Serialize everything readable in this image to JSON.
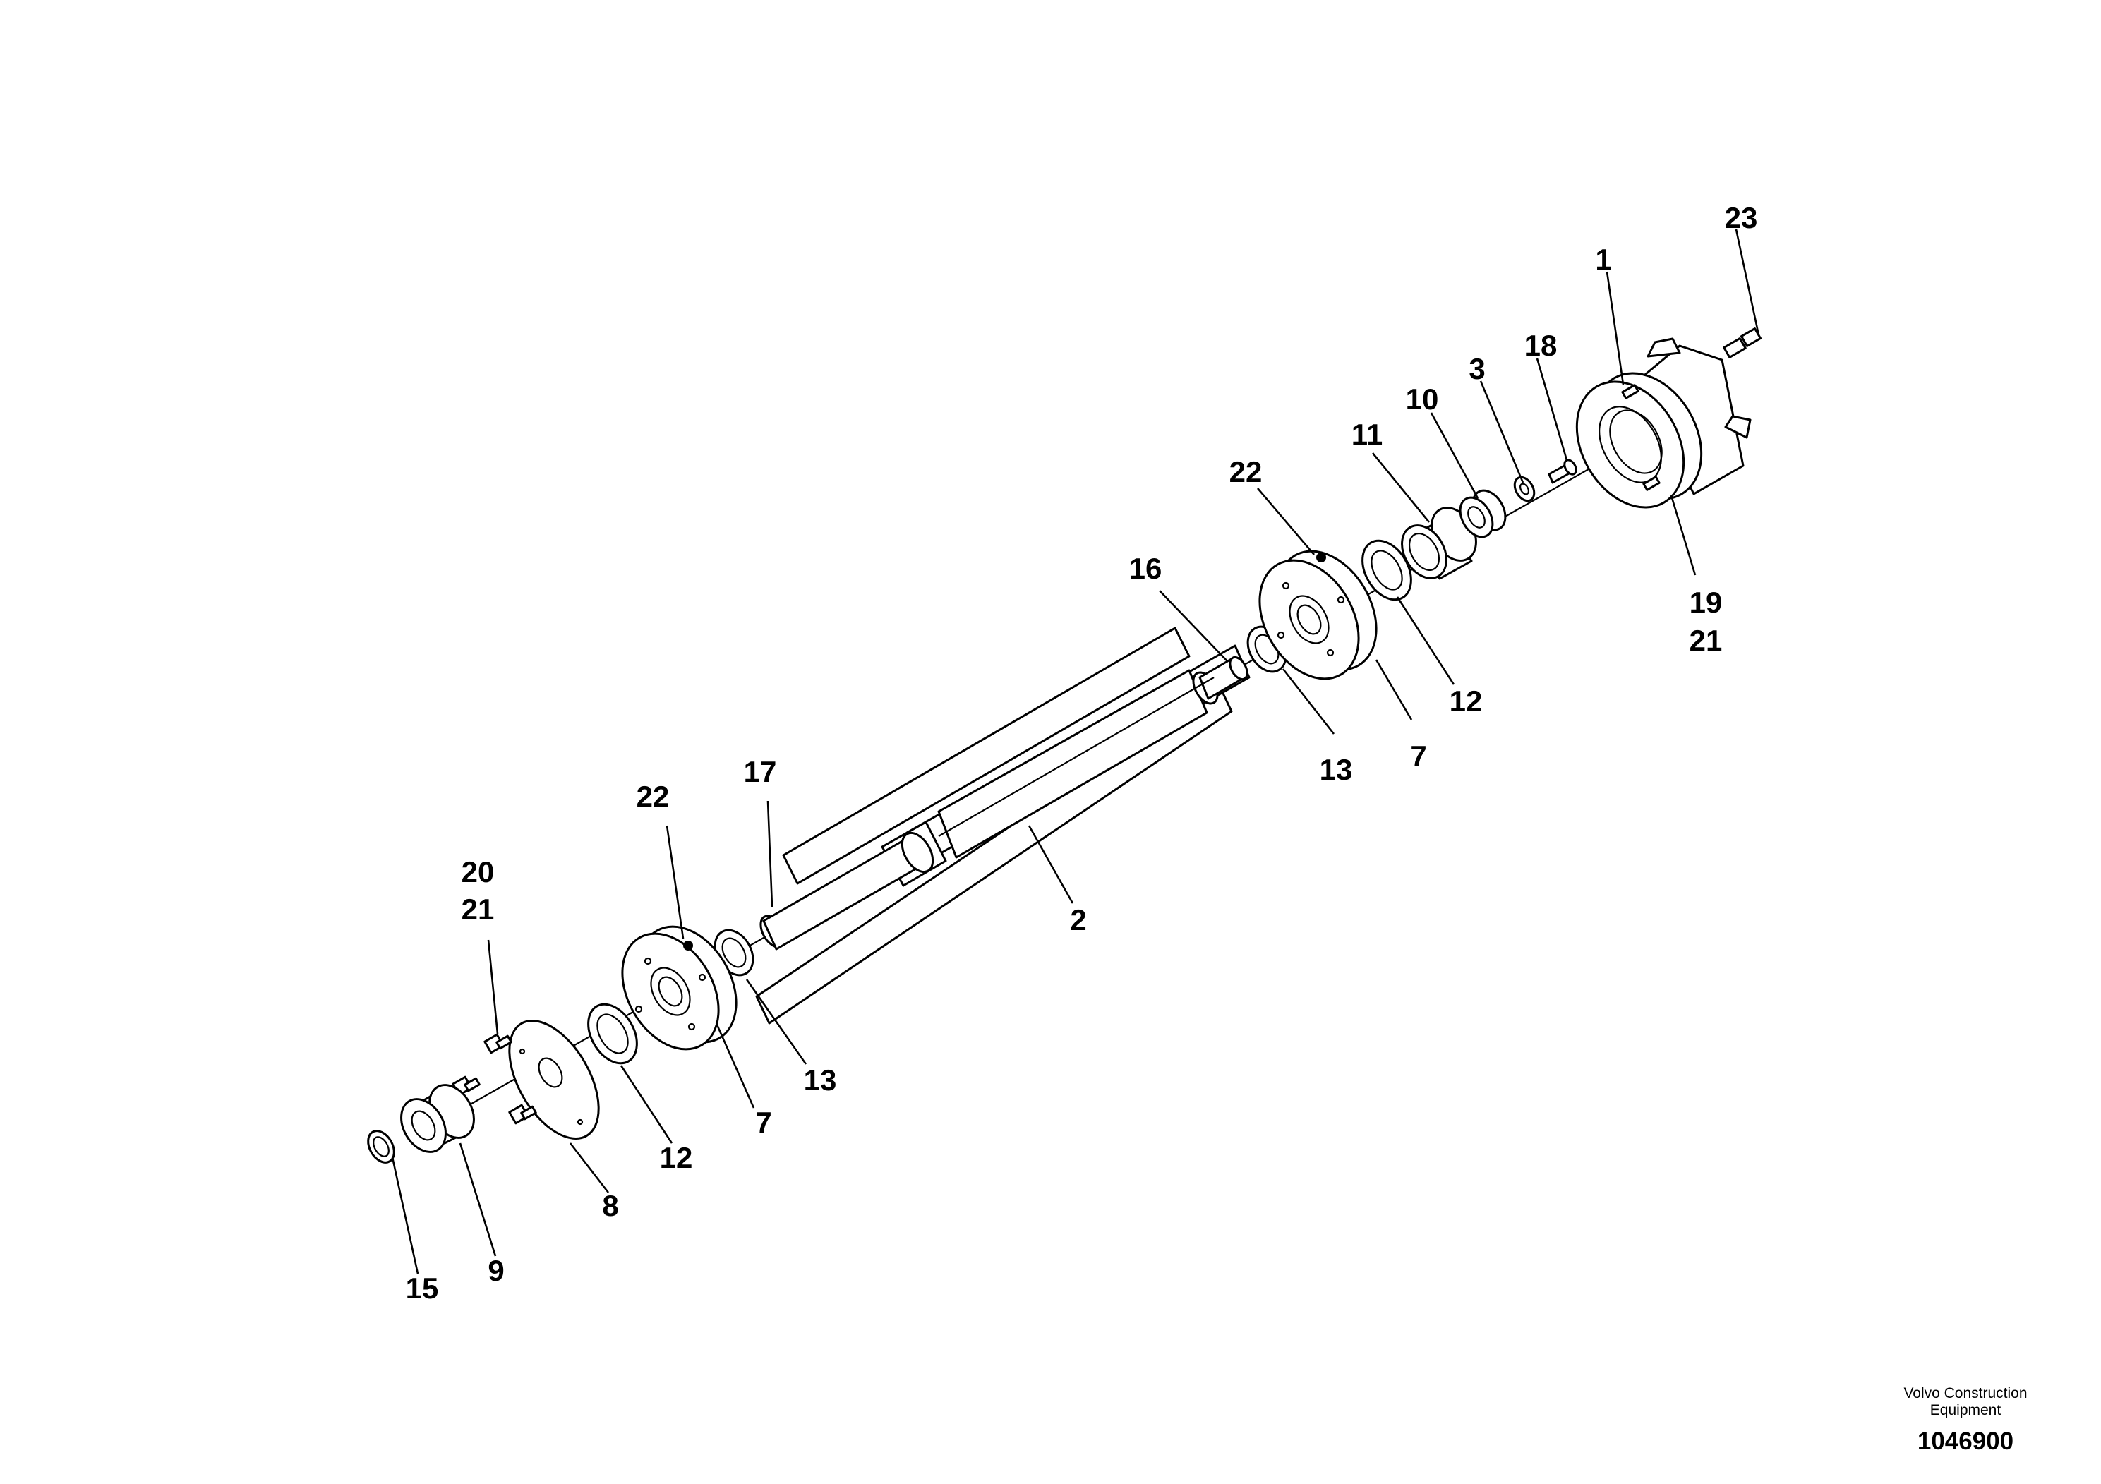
{
  "drawing": {
    "labels": {
      "p1": "1",
      "p2": "2",
      "p3": "3",
      "p7a": "7",
      "p7b": "7",
      "p8": "8",
      "p9": "9",
      "p10": "10",
      "p11": "11",
      "p12a": "12",
      "p12b": "12",
      "p13a": "13",
      "p13b": "13",
      "p15": "15",
      "p16": "16",
      "p17": "17",
      "p18": "18",
      "p19": "19",
      "p21a": "21",
      "p20": "20",
      "p21b": "21",
      "p22a": "22",
      "p22b": "22",
      "p23": "23"
    }
  },
  "credit": {
    "line1": "Volvo Construction",
    "line2": "Equipment",
    "number": "1046900"
  }
}
